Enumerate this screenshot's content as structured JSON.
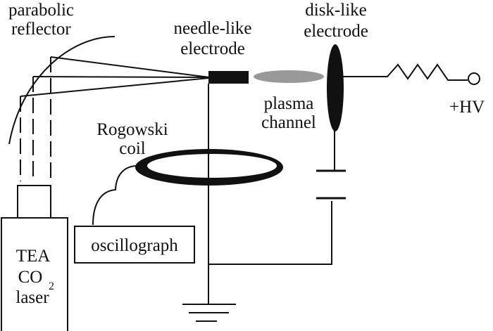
{
  "labels": {
    "reflector": [
      "parabolic",
      "reflector"
    ],
    "needle": [
      "needle-like",
      "electrode"
    ],
    "disk": [
      "disk-like",
      "electrode"
    ],
    "plasma": [
      "plasma",
      "channel"
    ],
    "rogowski": [
      "Rogowski",
      "coil"
    ],
    "laser": {
      "line1": "TEA",
      "line2": "CO",
      "subscript": "2",
      "line3": "laser"
    },
    "oscillograph": "oscillograph",
    "hv": "+HV"
  },
  "colors": {
    "ink": "#111111",
    "plasma": "#999999"
  }
}
